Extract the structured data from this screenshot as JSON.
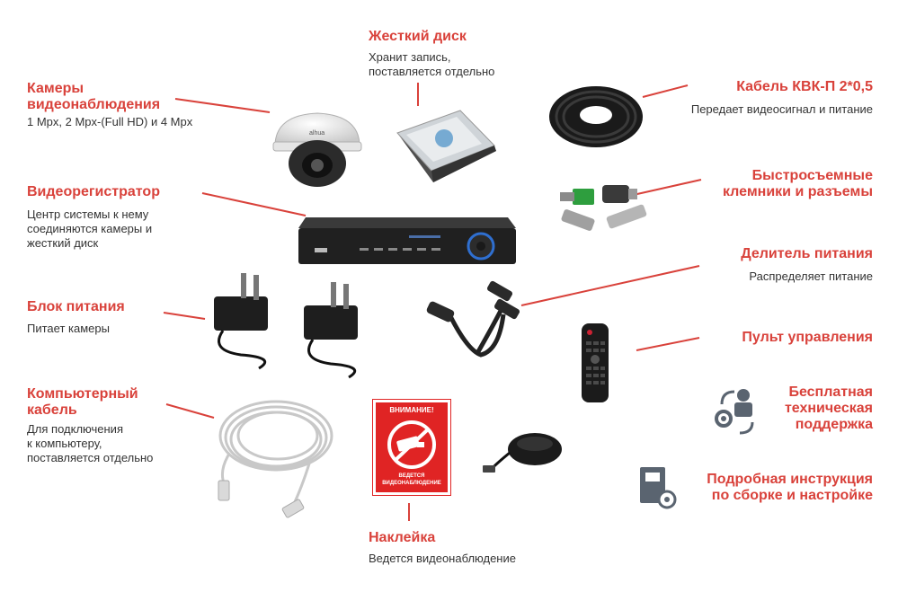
{
  "colors": {
    "accent": "#d9423b",
    "text": "#333333"
  },
  "items": {
    "cameras": {
      "title_1": "Камеры",
      "title_2": "видеонаблюдения",
      "desc": "1 Mpx, 2 Mpx-(Full HD) и 4 Mpx"
    },
    "hdd": {
      "title": "Жесткий диск",
      "desc_1": "Хранит запись,",
      "desc_2": "поставляется отдельно"
    },
    "cable_kvk": {
      "title": "Кабель КВК-П 2*0,5",
      "desc": "Передает видеосигнал и питание"
    },
    "connectors": {
      "title_1": "Быстросъемные",
      "title_2": "клемники и разъемы"
    },
    "dvr": {
      "title": "Видеорегистратор",
      "desc_1": "Центр системы к нему",
      "desc_2": "соединяются камеры и",
      "desc_3": "жесткий диск"
    },
    "splitter": {
      "title": "Делитель питания",
      "desc": "Распределяет питание"
    },
    "psu": {
      "title": "Блок питания",
      "desc": "Питает камеры"
    },
    "remote": {
      "title": "Пульт управления"
    },
    "support": {
      "title_1": "Бесплатная",
      "title_2": "техническая",
      "title_3": "поддержка"
    },
    "lan": {
      "title_1": "Компьютерный",
      "title_2": "кабель",
      "desc_1": "Для подключения",
      "desc_2": "к компьютеру,",
      "desc_3": "поставляется отдельно"
    },
    "manual": {
      "title_1": "Подробная инструкция",
      "title_2": "по сборке и настройке"
    },
    "sticker": {
      "title": "Наклейка",
      "desc": "Ведется видеонаблюдение",
      "sign_top": "ВНИМАНИЕ!",
      "sign_bottom_1": "ВЕДЕТСЯ",
      "sign_bottom_2": "ВИДЕОНАБЛЮДЕНИЕ"
    }
  }
}
